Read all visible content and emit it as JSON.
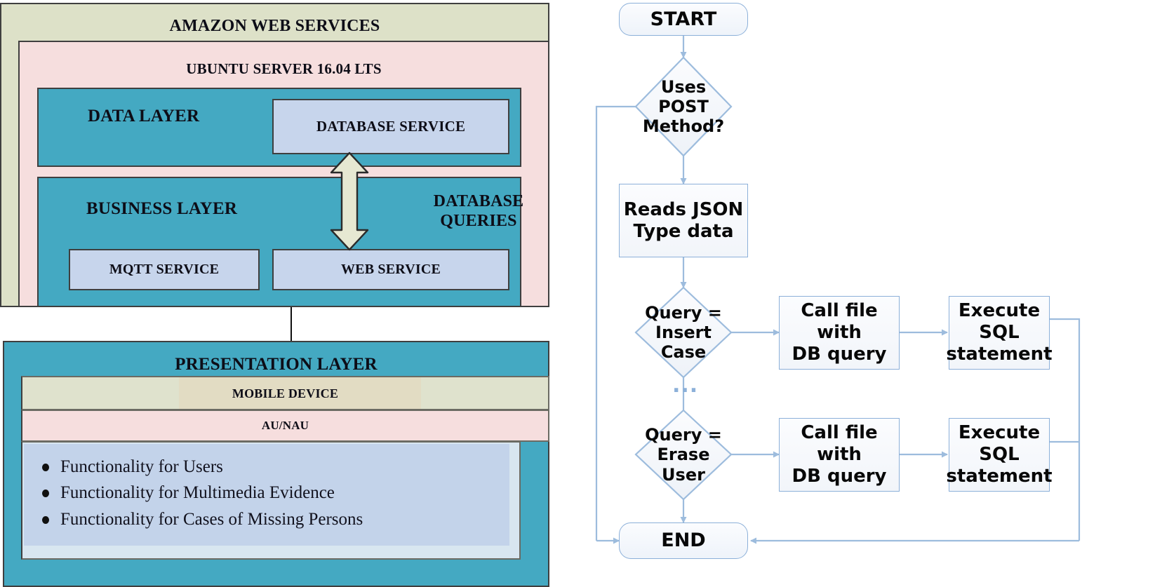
{
  "architecture": {
    "aws_label": "AMAZON WEB SERVICES",
    "ubuntu_label": "UBUNTU SERVER 16.04 LTS",
    "data_layer_label": "DATA LAYER",
    "database_service_label": "DATABASE SERVICE",
    "business_layer_label": "BUSINESS LAYER",
    "database_queries_label_line1": "DATABASE",
    "database_queries_label_line2": "QUERIES",
    "mqtt_service_label": "MQTT SERVICE",
    "web_service_label": "WEB SERVICE",
    "presentation_layer_label": "PRESENTATION LAYER",
    "mobile_device_label": "MOBILE DEVICE",
    "au_nau_label": "AU/NAU",
    "functionality_items": [
      "Functionality for Users",
      "Functionality for Multimedia Evidence",
      "Functionality for Cases of Missing Persons"
    ],
    "colors": {
      "aws_fill": "#dde1c8",
      "ubuntu_fill": "#f6dede",
      "layer_fill": "#44a9c2",
      "service_fill": "#c7d5ec",
      "bullets_fill": "#c3d3ea",
      "mobile_tan_fill": "#e2dcc3",
      "arrow_fill": "#e6e8d2",
      "border": "#3f3f3f"
    }
  },
  "flowchart": {
    "start_label": "START",
    "decision_post_line1": "Uses POST",
    "decision_post_line2": "Method?",
    "process_read_line1": "Reads JSON",
    "process_read_line2": "Type data",
    "branches": [
      {
        "decision_line1": "Query =",
        "decision_line2": "Insert",
        "decision_line3": "Case",
        "call_line1": "Call file with",
        "call_line2": "DB query",
        "exec_line1": "Execute SQL",
        "exec_line2": "statement"
      },
      {
        "decision_line1": "Query =",
        "decision_line2": "Erase",
        "decision_line3": "User",
        "call_line1": "Call file with",
        "call_line2": "DB query",
        "exec_line1": "Execute SQL",
        "exec_line2": "statement"
      }
    ],
    "ellipsis": "...",
    "end_label": "END",
    "colors": {
      "connector": "#9dbcdd",
      "node_border": "#8cb0d9",
      "node_fill": "#f7f9fc"
    }
  }
}
